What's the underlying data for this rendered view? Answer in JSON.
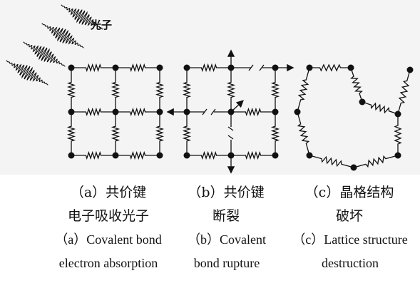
{
  "photon_label": "光子",
  "captions": [
    {
      "id": "a",
      "zh_line1": "（a）共价键",
      "zh_line2": "电子吸收光子",
      "en_line1": "（a）Covalent bond",
      "en_line2": "electron absorption"
    },
    {
      "id": "b",
      "zh_line1": "（b）共价键",
      "zh_line2": "断裂",
      "en_line1": "（b）Covalent",
      "en_line2": "bond rupture"
    },
    {
      "id": "c",
      "zh_line1": "（c）晶格结构",
      "zh_line2": "破坏",
      "en_line1": "（c）Lattice structure",
      "en_line2": "destruction"
    }
  ],
  "colors": {
    "ink": "#111111",
    "background": "#f4f4f4"
  },
  "icons": [
    "photon-wave-icon",
    "atom-node-icon",
    "spring-bond-icon",
    "arrow-icon"
  ]
}
